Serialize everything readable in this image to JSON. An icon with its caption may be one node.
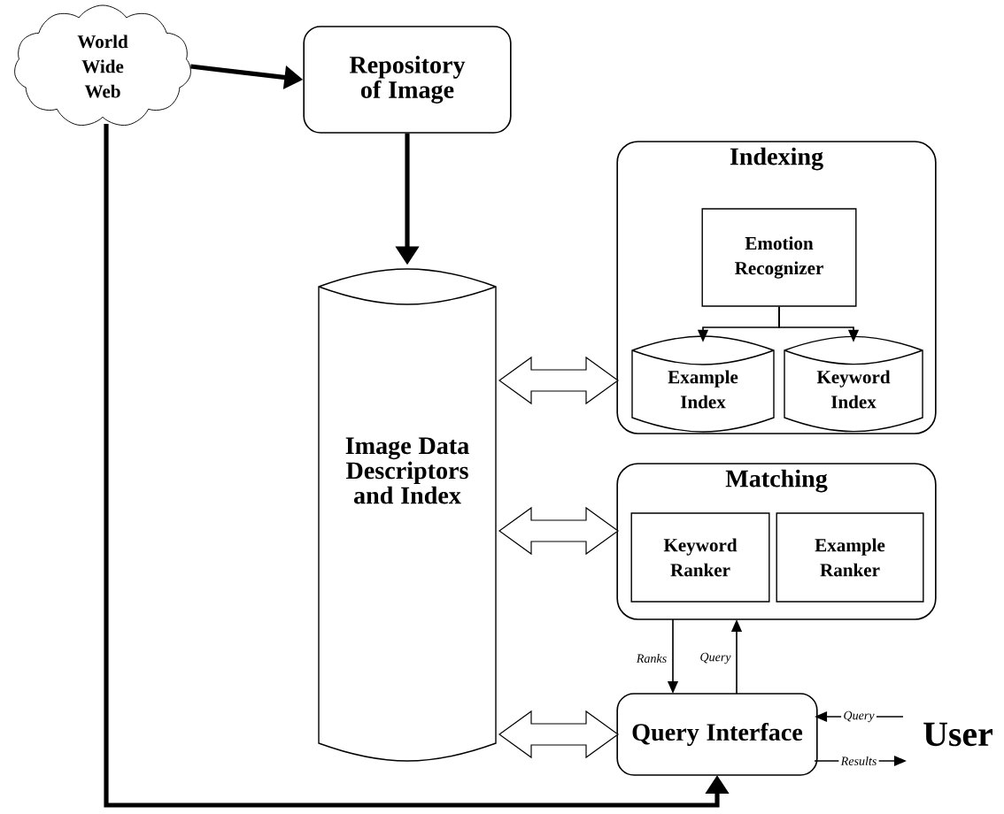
{
  "diagram": {
    "nodes": [
      {
        "text": [
          "World Wide Web"
        ]
      },
      {
        "text": [
          "Repository of Image"
        ]
      },
      {
        "text": [
          "Image Data Descriptors and Index"
        ]
      },
      {
        "text": [
          "Indexing"
        ]
      },
      {
        "text": [
          "Emotion Recognizer"
        ],
        "in": 3
      },
      {
        "text": [
          "Example Index"
        ],
        "in": 3
      },
      {
        "text": [
          "Keyword Index"
        ],
        "in": 3
      },
      {
        "text": [
          "Matching"
        ]
      },
      {
        "text": [
          "Keyword Ranker"
        ],
        "in": 7
      },
      {
        "text": [
          "Example Ranker"
        ],
        "in": 7
      },
      {
        "text": [
          "Query Interface"
        ]
      },
      {
        "text": [
          "User"
        ]
      }
    ],
    "edges": [
      {
        "from": 0,
        "to": 1,
        "arrow": "to",
        "style": "thick"
      },
      {
        "from": 1,
        "to": 2,
        "arrow": "to",
        "style": "thick"
      },
      {
        "from": 2,
        "to": 3,
        "arrow": "both"
      },
      {
        "from": 2,
        "to": 7,
        "arrow": "both"
      },
      {
        "from": 2,
        "to": 10,
        "arrow": "both"
      },
      {
        "from": 4,
        "to": 5,
        "arrow": "to"
      },
      {
        "from": 4,
        "to": 6,
        "arrow": "to"
      },
      {
        "from": 7,
        "to": 10,
        "arrow": "to",
        "label": "Ranks"
      },
      {
        "from": 10,
        "to": 7,
        "arrow": "to",
        "label": "Query"
      },
      {
        "from": 11,
        "to": 10,
        "arrow": "to",
        "label": "Query"
      },
      {
        "from": 10,
        "to": 11,
        "arrow": "to",
        "label": "Results"
      },
      {
        "from": 0,
        "to": 10,
        "arrow": "to",
        "style": "thick"
      }
    ]
  }
}
